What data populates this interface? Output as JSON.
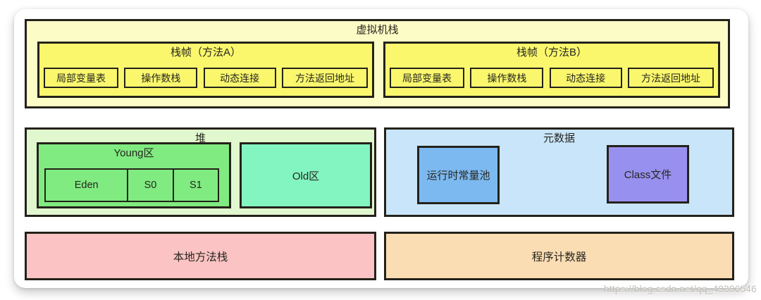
{
  "watermark": "https://blog.csdn.net/qq_49396546",
  "vm_stack": {
    "title": "虚拟机栈",
    "frames": [
      {
        "title": "栈帧（方法A）",
        "slots": [
          "局部变量表",
          "操作数栈",
          "动态连接",
          "方法返回地址"
        ]
      },
      {
        "title": "栈帧（方法B）",
        "slots": [
          "局部变量表",
          "操作数栈",
          "动态连接",
          "方法返回地址"
        ]
      }
    ]
  },
  "heap": {
    "title": "堆",
    "young": {
      "title": "Young区",
      "regions": [
        "Eden",
        "S0",
        "S1"
      ]
    },
    "old_label": "Old区"
  },
  "metaspace": {
    "title": "元数据",
    "runtime_pool_label": "运行时常量池",
    "class_file_label": "Class文件"
  },
  "native_stack_label": "本地方法栈",
  "pc_register_label": "程序计数器",
  "colors": {
    "vm_stack_bg": "#FCFCC6",
    "stack_frame_bg": "#FAF76D",
    "heap_bg": "#E1F8CF",
    "young_bg": "#80EB80",
    "old_bg": "#83F5C1",
    "metaspace_bg": "#C9E5FA",
    "runtime_pool_bg": "#7CB9F1",
    "class_file_bg": "#9890EF",
    "native_stack_bg": "#FBC3C3",
    "pc_register_bg": "#FBDDB4",
    "border": "#24221A"
  }
}
